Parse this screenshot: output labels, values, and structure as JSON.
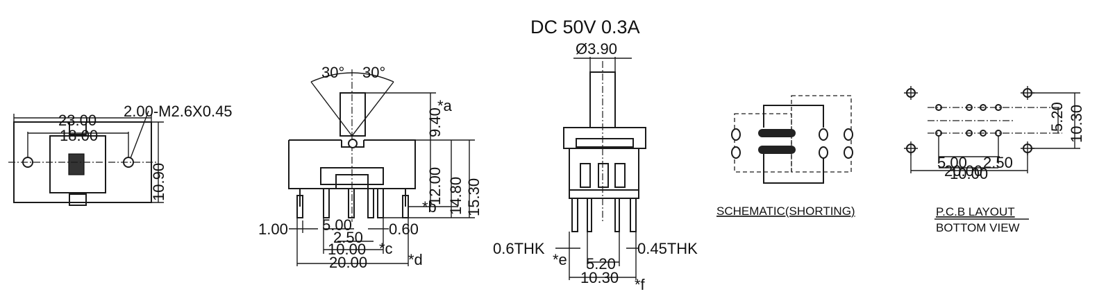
{
  "title": "DC  50V  0.3A",
  "views": {
    "top": {
      "dims": {
        "overall": "23.00",
        "holes": "18.00",
        "height": "10.90"
      },
      "callout": "2.00-M2.6X0.45"
    },
    "front": {
      "angle_left": "30°",
      "angle_right": "30°",
      "dims": {
        "actuator": "9.40",
        "a": "*a",
        "h12": "12.00",
        "h148": "14.80",
        "h153": "15.30",
        "b": "*b",
        "d100": "1.00",
        "d500": "5.00",
        "d060": "0.60",
        "d250": "2.50",
        "d1000": "10.00",
        "c": "*c",
        "d2000": "20.00",
        "d": "*d"
      }
    },
    "side": {
      "dims": {
        "shaft": "Ø3.90",
        "thk_left": "0.6THK",
        "thk_right": "0.45THK",
        "e": "*e",
        "d520": "5.20",
        "d1030": "10.30",
        "f": "*f"
      }
    },
    "schematic": {
      "label": "SCHEMATIC(SHORTING)"
    },
    "pcb": {
      "label1": "P.C.B LAYOUT",
      "label2": "BOTTOM VIEW",
      "dims": {
        "v520": "5.20",
        "v1030": "10.30",
        "h500": "5.00",
        "h250": "2.50",
        "h1000": "10.00",
        "h2000": "20.00"
      }
    }
  }
}
